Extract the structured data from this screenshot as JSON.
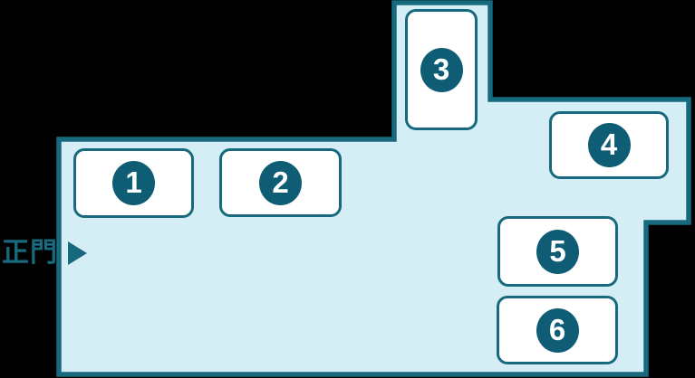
{
  "map": {
    "gate": {
      "label": "正門",
      "arrow_icon": "right-triangle"
    },
    "buildings": [
      {
        "number": "1"
      },
      {
        "number": "2"
      },
      {
        "number": "3"
      },
      {
        "number": "4"
      },
      {
        "number": "5"
      },
      {
        "number": "6"
      }
    ],
    "colors": {
      "background": "#000000",
      "area_fill": "#d5edf4",
      "outline": "#17697e",
      "marker_fill": "#0e5d75",
      "marker_number": "#ffffff",
      "building_fill": "#ffffff"
    }
  }
}
